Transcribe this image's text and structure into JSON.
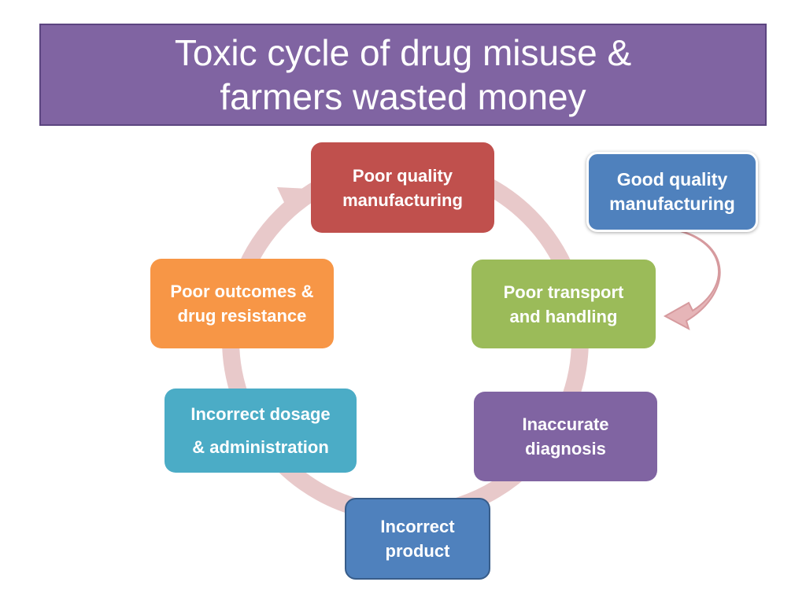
{
  "title": {
    "line1": "Toxic cycle of drug misuse &",
    "line2": "farmers wasted money"
  },
  "nodes": {
    "poor_quality": "Poor quality\nmanufacturing",
    "good_quality": "Good quality\nmanufacturing",
    "poor_transport": "Poor transport\nand handling",
    "inaccurate_diagnosis": "Inaccurate\ndiagnosis",
    "incorrect_product": "Incorrect\nproduct",
    "incorrect_dosage": "Incorrect dosage\n& administration",
    "poor_outcomes": "Poor outcomes &\ndrug resistance"
  },
  "colors": {
    "purple": "#8064a2",
    "red": "#c0504d",
    "blue": "#4f81bd",
    "green": "#9bbb59",
    "teal": "#4bacc6",
    "orange": "#f79646",
    "ring": "#e8c9ca"
  }
}
